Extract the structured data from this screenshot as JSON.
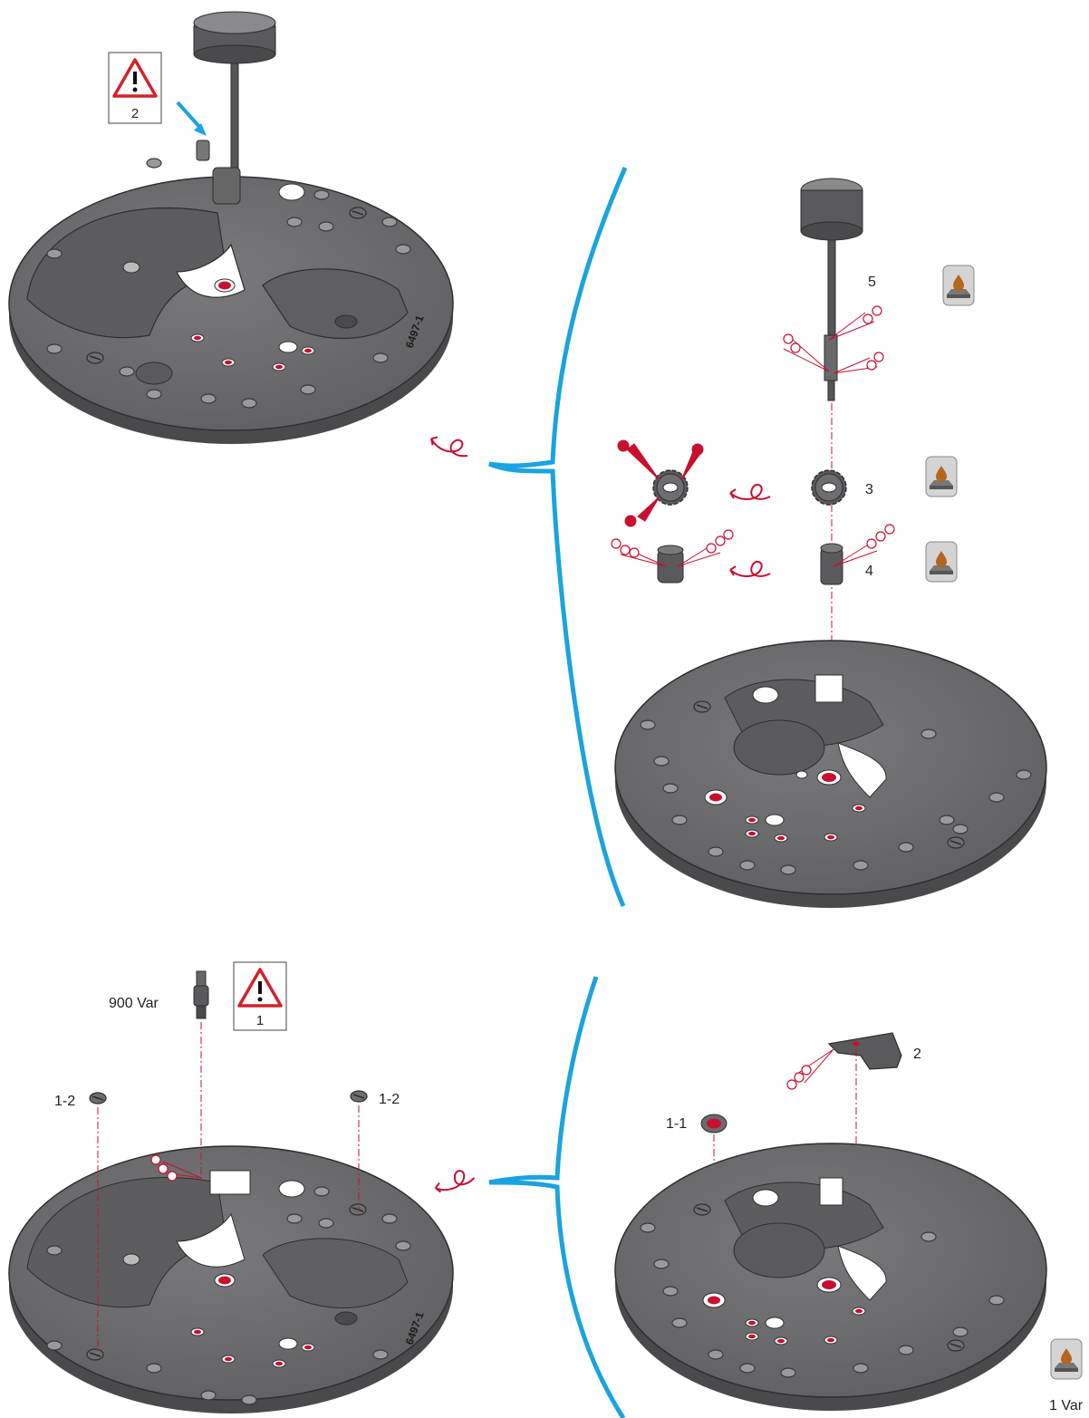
{
  "labels": {
    "part_5": "5",
    "part_3": "3",
    "part_4": "4",
    "part_2": "2",
    "part_1_1": "1-1",
    "part_1_2_left": "1-2",
    "part_1_2_right": "1-2",
    "part_900": "900 Var",
    "oil_1_var": "1 Var"
  },
  "warnings": {
    "top": "2",
    "bottom": "1"
  },
  "engravings": {
    "top_plate": "6497-1",
    "bottom_plate": "6497-1"
  },
  "colors": {
    "plate": "#6b6b6d",
    "plate_edge": "#4a4a4c",
    "plate_dark": "#3c3c3e",
    "jewel": "#c8102e",
    "brace": "#1aa3e0",
    "arrow_blue": "#1aa3e0",
    "oil": "#c8102e",
    "oil_icon_bg": "#d9d9d9",
    "warn_red": "#d2232a"
  },
  "icons": [
    "warning-icon",
    "oil-icon",
    "rotate-arrow-icon",
    "arrow-icon",
    "oil-point-icon"
  ]
}
